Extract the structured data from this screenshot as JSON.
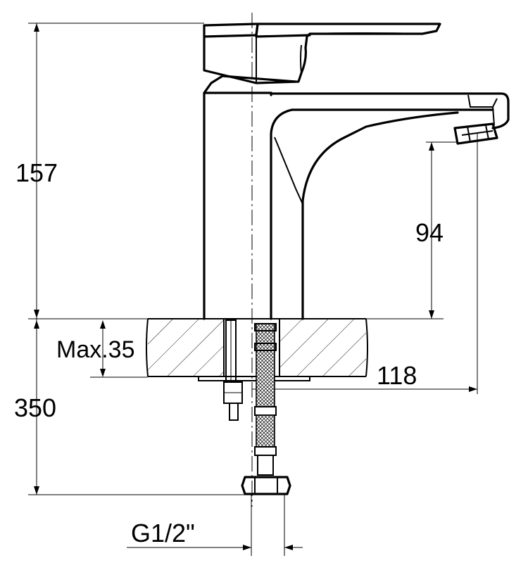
{
  "dimensions": {
    "height_above_counter": "157",
    "spout_height": "94",
    "spout_reach": "118",
    "max_counter_thickness": "Max.35",
    "hose_length": "350",
    "connection_thread": "G1/2\""
  }
}
